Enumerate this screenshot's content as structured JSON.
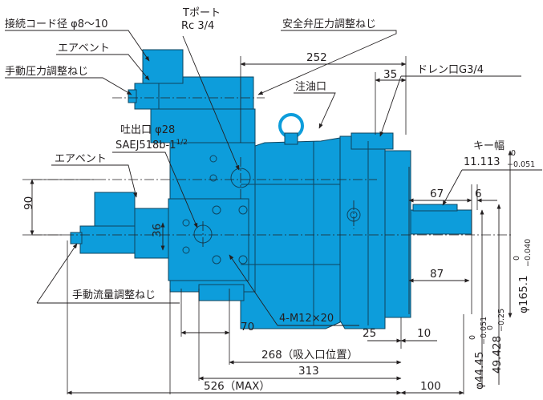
{
  "colors": {
    "body": "#0d9ddb",
    "body_dark": "#0a82b8",
    "outline": "#10445e",
    "line": "#231f20",
    "background": "#ffffff"
  },
  "labels": {
    "cord": "接続コード径 φ8～10",
    "air_vent_top": "エアベント",
    "manual_pressure": "手動圧力調整ねじ",
    "t_port_1": "Tポート",
    "t_port_2": "Rc 3/4",
    "safety_valve": "安全弁圧力調整ねじ",
    "oil_filler": "注油口",
    "drain": "ドレン口G3/4",
    "discharge_1": "吐出口 φ28",
    "discharge_2": "SAEJ518b-1",
    "discharge_sup": "1/2",
    "air_vent_left": "エアベント",
    "key_width": "キー幅",
    "key_value": "11.113",
    "key_tol_upper": "0",
    "key_tol_lower": "−0.051",
    "manual_flow": "手動流量調整ねじ",
    "bolts": "4-M12×20"
  },
  "dimensions": {
    "d252": "252",
    "d35": "35",
    "d67": "67",
    "d6": "6",
    "d87": "87",
    "d90": "90",
    "d36": "36",
    "d70": "70",
    "d25": "25",
    "d10": "10",
    "d268": "268（吸入口位置）",
    "d313": "313",
    "d526": "526（MAX）",
    "d100": "100",
    "d165": "φ165.1",
    "d165_tol_upper": "0",
    "d165_tol_lower": "−0.040",
    "d44": "φ44.45",
    "d44_tol_upper": "0",
    "d44_tol_lower": "−0.051",
    "d49": "49.428",
    "d49_tol_upper": "0",
    "d49_tol_lower": "−0.25"
  }
}
